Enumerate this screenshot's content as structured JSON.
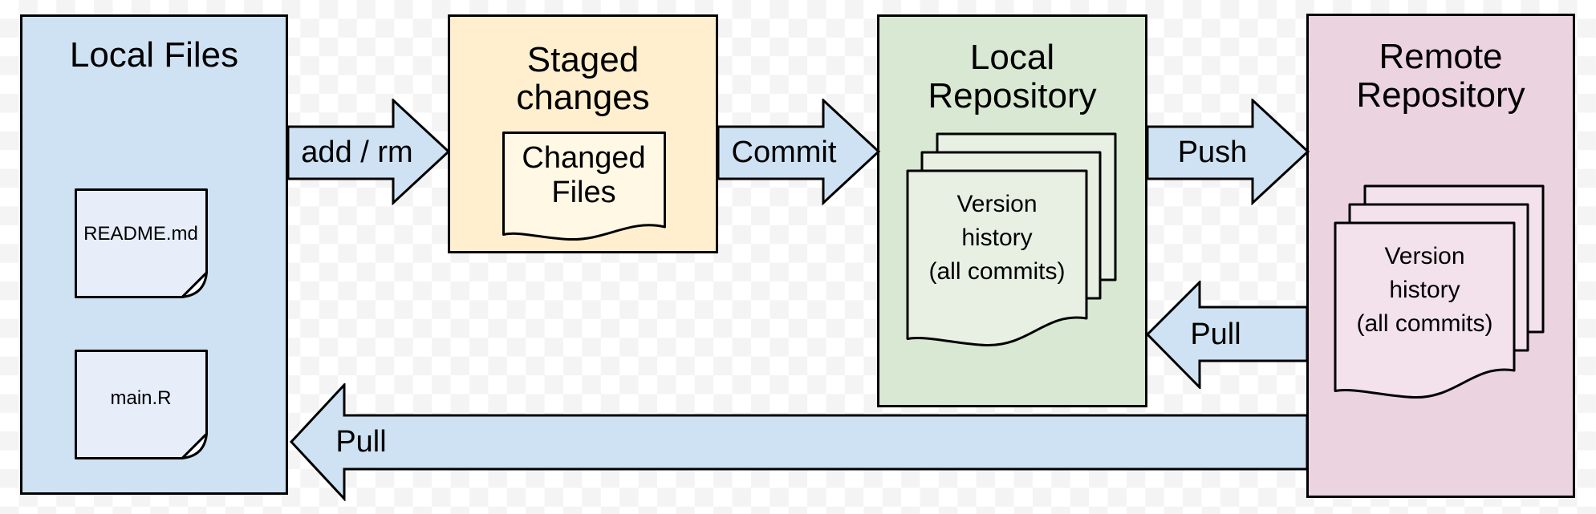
{
  "nodes": {
    "local_files": {
      "title": "Local Files",
      "files": [
        {
          "name": "README.md"
        },
        {
          "name": "main.R"
        }
      ]
    },
    "staged_changes": {
      "title": "Staged\nchanges",
      "document": "Changed\nFiles"
    },
    "local_repository": {
      "title": "Local\nRepository",
      "document": "Version\nhistory\n(all commits)"
    },
    "remote_repository": {
      "title": "Remote\nRepository",
      "document": "Version\nhistory\n(all commits)"
    }
  },
  "arrows": {
    "add_rm": {
      "label": "add / rm",
      "direction": "right"
    },
    "commit": {
      "label": "Commit",
      "direction": "right"
    },
    "push": {
      "label": "Push",
      "direction": "right"
    },
    "pull_to_local_repository": {
      "label": "Pull",
      "direction": "left"
    },
    "pull_to_local_files": {
      "label": "Pull",
      "direction": "left"
    }
  },
  "colors": {
    "stroke": "#000000",
    "checker": "#f4f4f4",
    "blue": "#cfe2f3",
    "blue_light": "#e7eefa",
    "yellow": "#ffefce",
    "yellow_light": "#fff8e5",
    "green": "#d8e8d2",
    "green_light": "#e7f0e3",
    "pink": "#ebd3df",
    "pink_light": "#f3e2eb",
    "arrow": "#cfe2f3",
    "fold": "#ffffff"
  }
}
